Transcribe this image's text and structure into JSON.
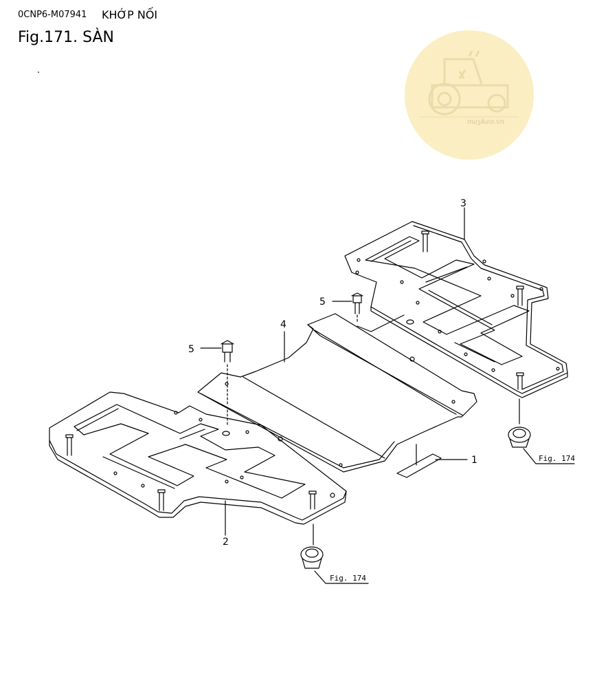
{
  "header": {
    "code": "0CNP6-M07941",
    "section": "KHỚP NỐI",
    "figure_title": "Fig.171.  SÀN"
  },
  "watermark": {
    "icon": "tractor-icon",
    "text": "maykeo.vn",
    "color": "#fbeec2"
  },
  "callouts": {
    "part1": "1",
    "part2": "2",
    "part3": "3",
    "part4": "4",
    "part5a": "5",
    "part5b": "5"
  },
  "references": {
    "right": "Fig. 174",
    "bottom": "Fig. 174"
  }
}
